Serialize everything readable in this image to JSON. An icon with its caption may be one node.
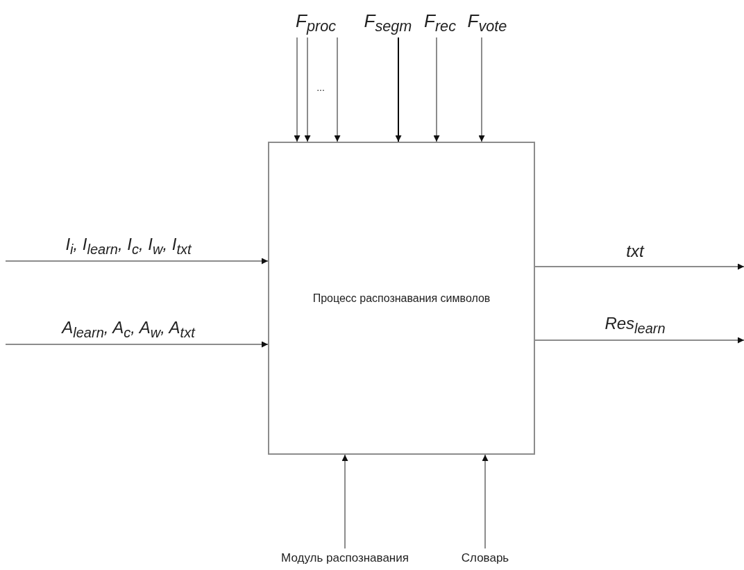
{
  "diagram": {
    "nodes": [
      {
        "text": [
          "F$_{proc}$"
        ]
      },
      {
        "text": [
          "F$_{segm}$"
        ]
      },
      {
        "text": [
          "F$_{rec}$"
        ]
      },
      {
        "text": [
          "F$_{vote}$"
        ]
      },
      {
        "text": [
          "Процесс распознавания символов"
        ]
      },
      {
        "text": [
          "Модуль распознавания"
        ]
      },
      {
        "text": [
          "Словарь"
        ]
      }
    ],
    "edges": [
      {
        "from": 0,
        "to": 4,
        "arrow": "to"
      },
      {
        "from": 0,
        "to": 4,
        "arrow": "to"
      },
      {
        "from": 0,
        "to": 4,
        "arrow": "to"
      },
      {
        "from": 1,
        "to": 4,
        "arrow": "to",
        "color": "#000000"
      },
      {
        "from": 2,
        "to": 4,
        "arrow": "to"
      },
      {
        "from": 3,
        "to": 4,
        "arrow": "to"
      },
      {
        "from": null,
        "to": 4,
        "arrow": "to",
        "label": "I$_{i}$, I$_{learn}$, I$_{c}$, I$_{w}$, I$_{txt}$"
      },
      {
        "from": null,
        "to": 4,
        "arrow": "to",
        "label": "A$_{learn}$, A$_{c}$, A$_{w}$, A$_{txt}$"
      },
      {
        "from": 4,
        "to": null,
        "arrow": "to",
        "label": "txt"
      },
      {
        "from": 4,
        "to": null,
        "arrow": "to",
        "label": "Res$_{learn}$"
      },
      {
        "from": 5,
        "to": 4,
        "arrow": "to"
      },
      {
        "from": 6,
        "to": 4,
        "arrow": "to"
      }
    ],
    "labels": [
      "..."
    ]
  }
}
